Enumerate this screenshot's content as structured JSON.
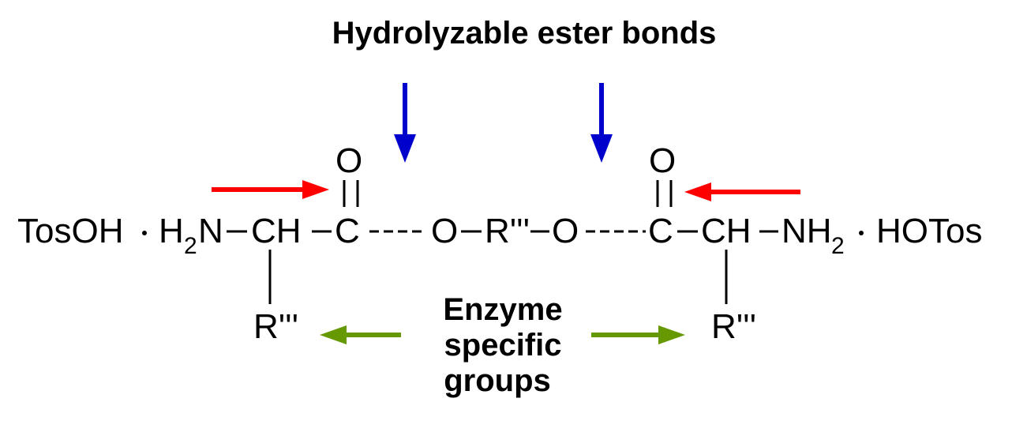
{
  "title": "Hydrolyzable ester bonds",
  "enzyme_label": [
    "Enzyme",
    "specific",
    "groups"
  ],
  "left": {
    "salt": "TosOH",
    "amine_h": "H",
    "amine_sub": "2",
    "amine_n": "N",
    "ch": "CH",
    "carbonyl_c": "C",
    "carbonyl_o": "O",
    "side_chain": "R'''"
  },
  "center": {
    "o_left": "O",
    "linker": "R'''",
    "o_right": "O"
  },
  "right": {
    "carbonyl_c": "C",
    "carbonyl_o": "O",
    "ch": "CH",
    "amine_nh": "NH",
    "amine_sub": "2",
    "salt": "HOTos",
    "side_chain": "R'''"
  },
  "colors": {
    "ester_arrow": "#0000cc",
    "carbonyl_arrow": "#ff0000",
    "enzyme_arrow": "#669900",
    "text": "#000000"
  }
}
